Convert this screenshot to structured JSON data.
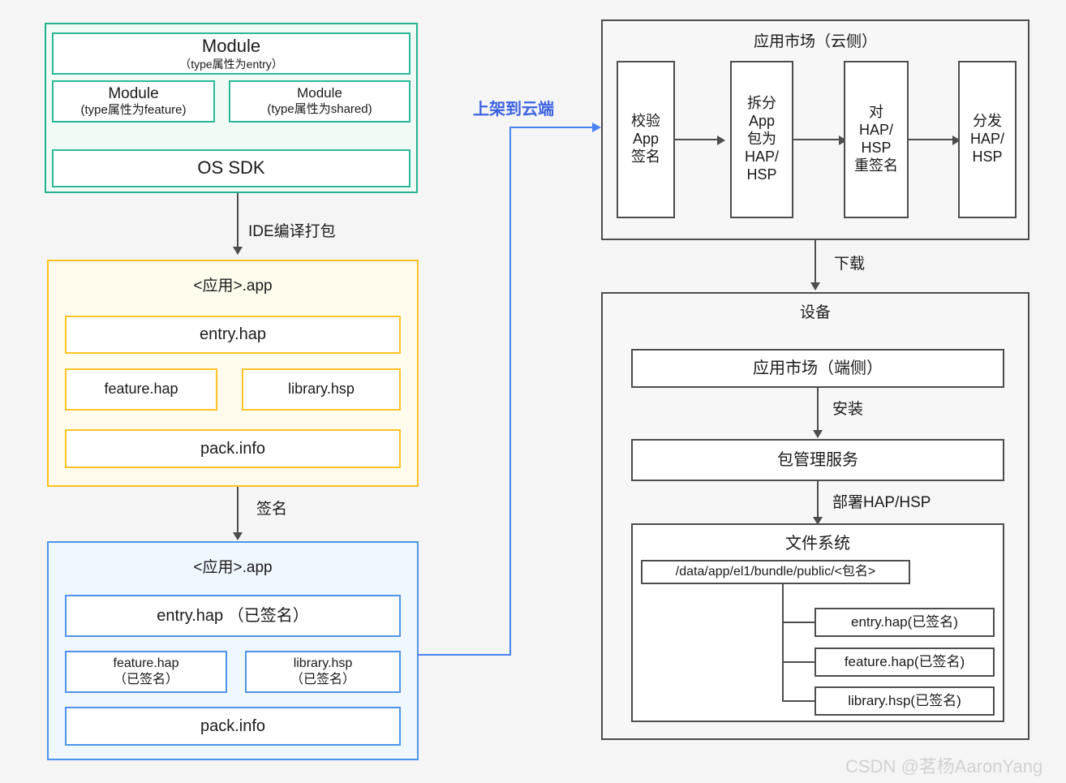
{
  "background_color": "#f5f5f5",
  "source_group": {
    "border_color": "#26b28f",
    "fill_color": "#f1fbf6",
    "modules": {
      "entry": {
        "line1": "Module",
        "line2": "（type属性为entry）"
      },
      "feature": {
        "line1": "Module",
        "line2": "(type属性为feature)"
      },
      "shared": {
        "line1": "Module",
        "line2": "(type属性为shared)"
      }
    },
    "sdk_label": "OS SDK"
  },
  "edges": {
    "ide_build": "IDE编译打包",
    "sign": "签名",
    "upload_to_cloud": "上架到云端",
    "download": "下载",
    "install": "安装",
    "deploy": "部署HAP/HSP"
  },
  "app_package": {
    "border_color": "#ffc01f",
    "fill_color": "#fffcee",
    "title": "<应用>.app",
    "items": {
      "entry_hap": "entry.hap",
      "feature_hap": "feature.hap",
      "library_hsp": "library.hsp",
      "pack_info": "pack.info"
    }
  },
  "signed_app_package": {
    "border_color": "#4e94ec",
    "fill_color": "#eff7ff",
    "title": "<应用>.app",
    "items": {
      "entry_hap": "entry.hap （已签名）",
      "feature_hap_line1": "feature.hap",
      "feature_hap_line2": "（已签名）",
      "library_hsp_line1": "library.hsp",
      "library_hsp_line2": "（已签名）",
      "pack_info": "pack.info"
    }
  },
  "cloud_market": {
    "border_color": "#4d4d4d",
    "title": "应用市场（云侧）",
    "steps": [
      {
        "lines": [
          "校验",
          "App",
          "签名"
        ]
      },
      {
        "lines": [
          "拆分",
          "App",
          "包为",
          "HAP/",
          "HSP"
        ]
      },
      {
        "lines": [
          "对",
          "HAP/",
          "HSP",
          "重签名"
        ]
      },
      {
        "lines": [
          "分发",
          "HAP/",
          "HSP"
        ]
      }
    ]
  },
  "device": {
    "border_color": "#4d4d4d",
    "title": "设备",
    "app_market_client": "应用市场（端侧）",
    "package_manager": "包管理服务",
    "filesystem": {
      "title": "文件系统",
      "path": "/data/app/el1/bundle/public/<包名>",
      "files": [
        "entry.hap(已签名)",
        "feature.hap(已签名)",
        "library.hsp(已签名)"
      ]
    }
  },
  "watermark": "CSDN @茗杨AaronYang"
}
